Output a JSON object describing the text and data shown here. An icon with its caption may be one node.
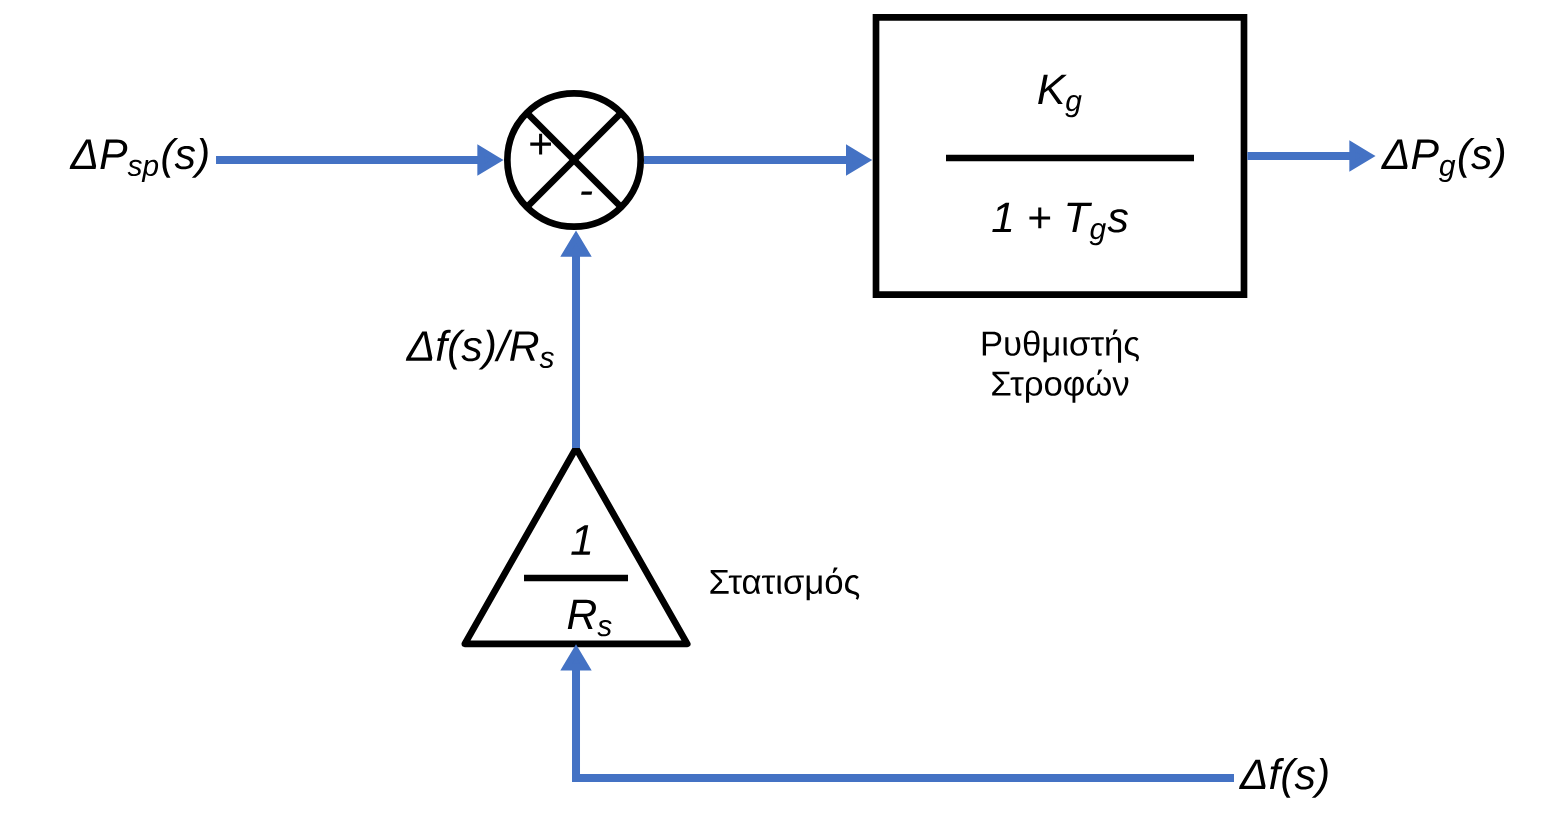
{
  "diagram": {
    "nodes": [
      {
        "text": [
          "ΔP$_{sp}$(s)"
        ]
      },
      {
        "text": [
          "+",
          "-"
        ]
      },
      {
        "text": [
          "K$_{g}$",
          "1 + T$_{g}$s"
        ],
        "beside": [
          "Ρυθμιστής Στροφών"
        ]
      },
      {
        "text": [
          "ΔP$_{g}$(s)"
        ]
      },
      {
        "text": [
          "1",
          "R$_{s}$"
        ],
        "beside": [
          "Στατισμός"
        ]
      },
      {
        "text": [
          "Δf(s)"
        ]
      }
    ],
    "edges": [
      {
        "from": 0,
        "to": 1,
        "arrow": "to"
      },
      {
        "from": 1,
        "to": 2,
        "arrow": "to"
      },
      {
        "from": 2,
        "to": 3,
        "arrow": "to"
      },
      {
        "from": 5,
        "to": 4,
        "arrow": "to"
      },
      {
        "from": 4,
        "to": 1,
        "arrow": "to",
        "label": "Δf(s)/R$_{s}$"
      }
    ]
  }
}
